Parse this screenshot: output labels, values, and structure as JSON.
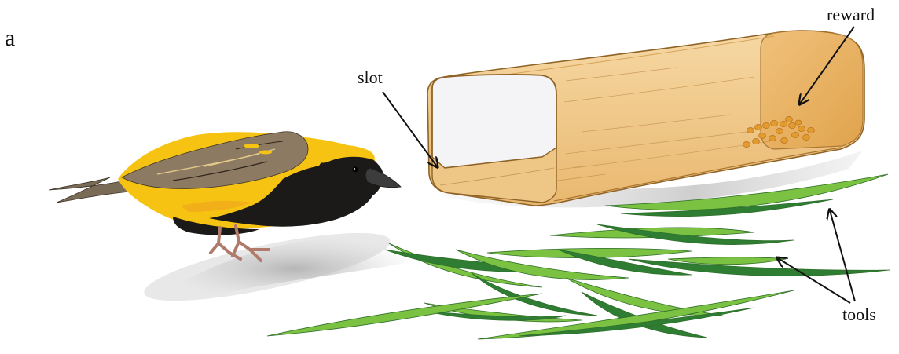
{
  "panel_label": "a",
  "labels": {
    "slot": "slot",
    "reward": "reward",
    "tools": "tools"
  },
  "colors": {
    "box_body": "#f1c98a",
    "box_dark": "#e6b35c",
    "box_edge": "#9a6a2a",
    "box_opening": "#f4f4f6",
    "grain": "#e39a2e",
    "bird_yellow": "#f6c312",
    "bird_black": "#1b1a18",
    "bird_brown": "#8d7a62",
    "grass_light": "#7cc242",
    "grass_dark": "#2e7d32",
    "shadow": "#cfcfcf"
  },
  "icons": {
    "bird": "weaver-bird-illustration",
    "box": "puzzle-box-illustration",
    "reward": "seed-pile-illustration",
    "tools": "grass-blade-illustration"
  }
}
